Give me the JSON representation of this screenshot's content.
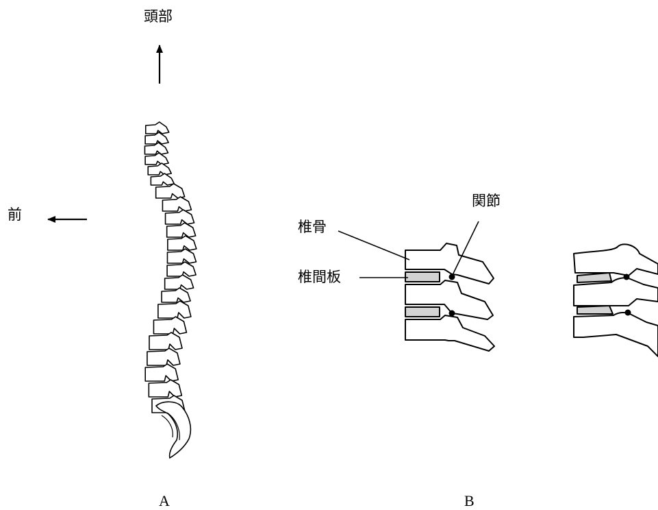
{
  "labels": {
    "head": "頭部",
    "front": "前",
    "vertebra": "椎骨",
    "disc": "椎間板",
    "joint": "関節"
  },
  "captions": {
    "a": "A",
    "b": "B"
  },
  "colors": {
    "line": "#000000",
    "disc_fill": "#d3d3d3"
  }
}
